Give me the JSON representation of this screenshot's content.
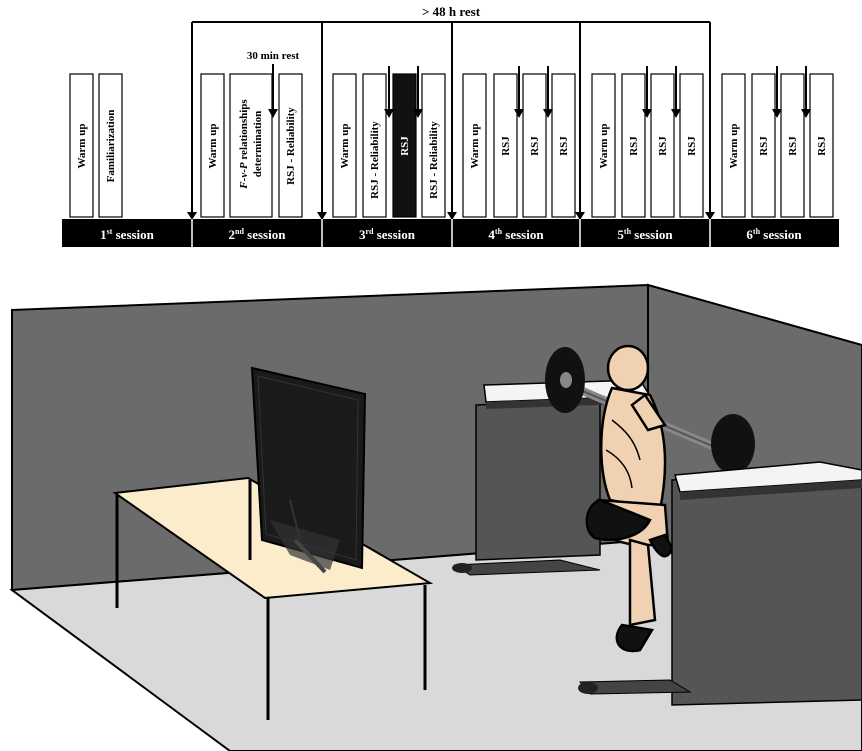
{
  "timeline": {
    "top_label": "> 48 h rest",
    "rest_note": "30 min rest",
    "sessions": [
      {
        "num": "1",
        "sup": "st",
        "word": " session"
      },
      {
        "num": "2",
        "sup": "nd",
        "word": " session"
      },
      {
        "num": "3",
        "sup": "rd",
        "word": " session"
      },
      {
        "num": "4",
        "sup": "th",
        "word": " session"
      },
      {
        "num": "5",
        "sup": "th",
        "word": " session"
      },
      {
        "num": "6",
        "sup": "th",
        "word": " session"
      }
    ],
    "boxes": {
      "warm_up": "Warm up",
      "familiarization": "Familiarization",
      "fvp_line1_a": "F",
      "fvp_line1_b": "-",
      "fvp_line1_c": "v",
      "fvp_line1_d": "-",
      "fvp_line1_e": "P",
      "fvp_line1_f": " relationships",
      "fvp_line2": "determination",
      "rsj_reliability": "RSJ - Reliability",
      "rsj": "RSJ"
    }
  },
  "colors": {
    "wall": "#6b6b6b",
    "floor": "#d9d9d9",
    "table_top": "#fbeccb",
    "skin": "#f0d2b3",
    "bar_dark": "#111111"
  },
  "icons": [
    "tv-monitor",
    "table",
    "barbell",
    "squat-rack",
    "athlete-figure"
  ]
}
